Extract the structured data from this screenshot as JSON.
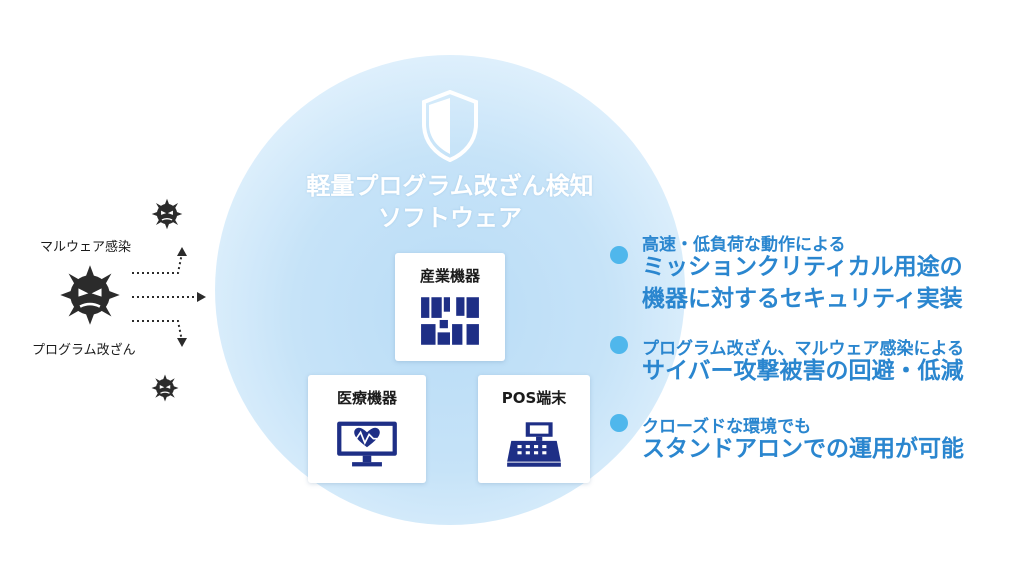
{
  "core": {
    "title_line1": "軽量プログラム改ざん検知",
    "title_line2": "ソフトウェア"
  },
  "devices": {
    "industrial": "産業機器",
    "medical": "医療機器",
    "pos": "POS端末"
  },
  "threats": {
    "malware": "マルウェア感染",
    "tampering": "プログラム改ざん"
  },
  "features": [
    {
      "small": "高速・低負荷な動作による",
      "big_line1": "ミッションクリティカル用途の",
      "big_line2": "機器に対するセキュリティ実装"
    },
    {
      "small": "プログラム改ざん、マルウェア感染による",
      "big_line1": "サイバー攻撃被害の回避・低減"
    },
    {
      "small": "クローズドな環境でも",
      "big_line1": "スタンドアロンでの運用が可能"
    }
  ],
  "colors": {
    "accent": "#2a86cf",
    "dot": "#4fb7ec",
    "device_icon": "#1e2f86",
    "virus": "#2b2b2b"
  }
}
